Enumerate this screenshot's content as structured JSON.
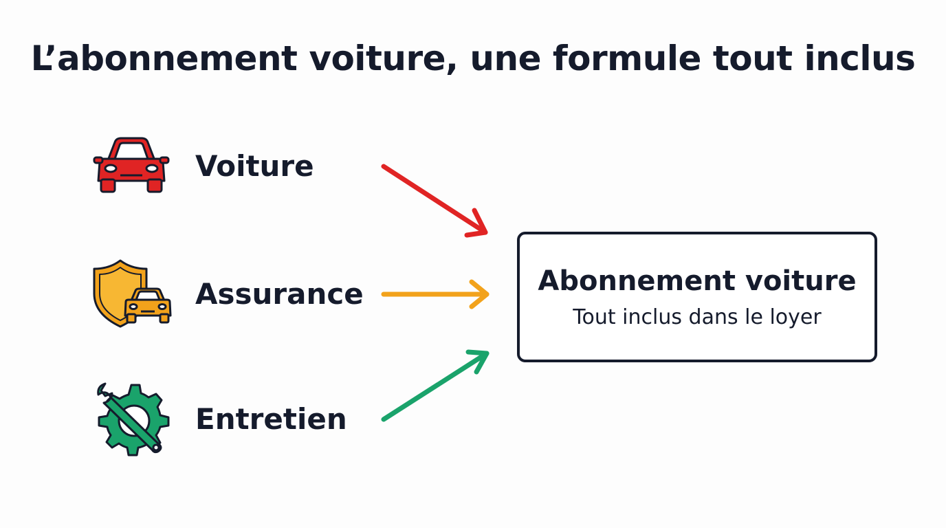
{
  "title": "L’abonnement voiture, une formule tout inclus",
  "items": [
    {
      "label": "Voiture",
      "icon": "car-icon",
      "color": "#e02424"
    },
    {
      "label": "Assurance",
      "icon": "shield-car-icon",
      "color": "#f2a21b"
    },
    {
      "label": "Entretien",
      "icon": "wrench-gear-icon",
      "color": "#1aa36b"
    }
  ],
  "result": {
    "title": "Abonnement voiture",
    "subtitle": "Tout inclus dans le loyer"
  },
  "colors": {
    "text": "#151b2c",
    "voiture": "#e02424",
    "assurance": "#f2a21b",
    "entretien": "#1aa36b"
  }
}
